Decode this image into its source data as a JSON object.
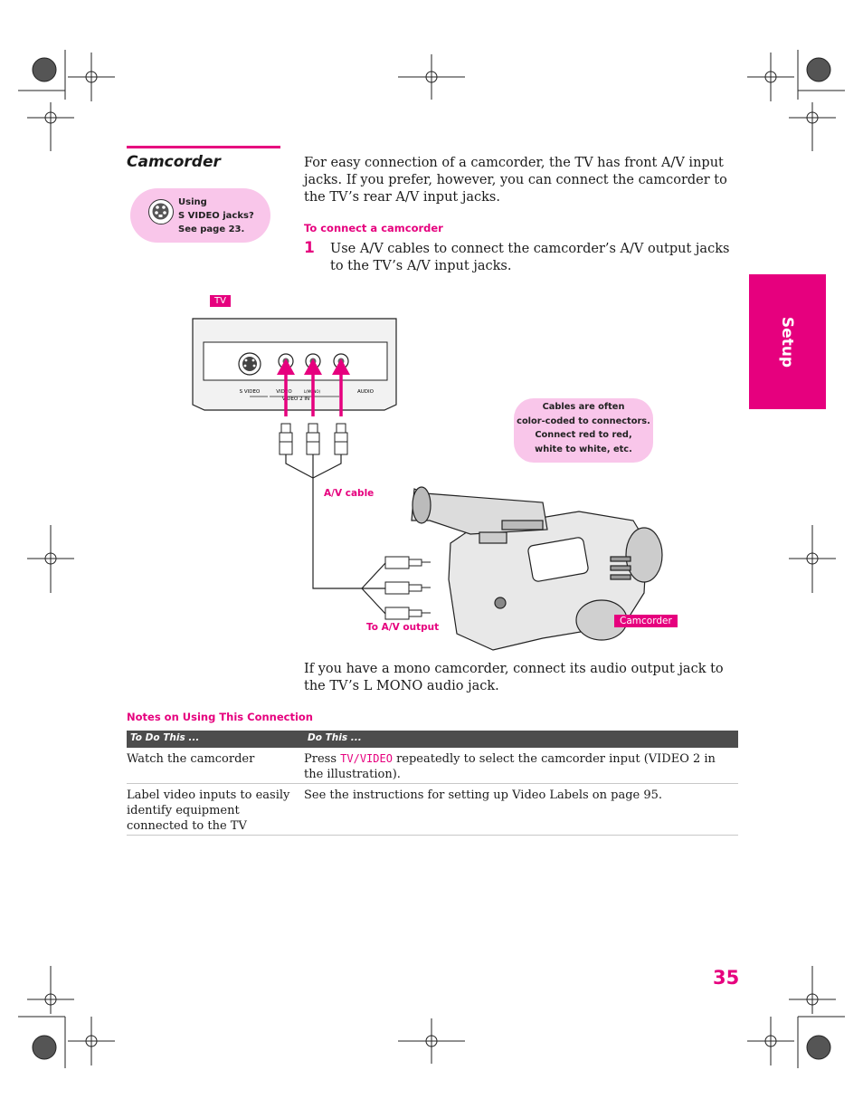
{
  "section": {
    "title": "Camcorder",
    "side_tab": "Setup",
    "page_number": "35"
  },
  "tip": {
    "text": "Using\nS VIDEO jacks?\nSee page 23.",
    "icon": "s-video-jack-icon"
  },
  "intro": "For easy connection of a camcorder, the TV has front A/V input jacks. If you prefer, however, you can connect the camcorder to the TV’s rear A/V input jacks.",
  "procedure": {
    "heading": "To connect a camcorder",
    "steps": [
      {
        "number": "1",
        "text": "Use A/V cables to connect the camcorder’s A/V output jacks to the TV’s A/V input jacks."
      }
    ]
  },
  "diagram": {
    "tv_label": "TV",
    "panel_labels": {
      "s_video": "S VIDEO",
      "video": "VIDEO",
      "mono": "L(MONO)",
      "audio": "AUDIO",
      "input": "VIDEO 2 IN"
    },
    "cables_note": "Cables are often\ncolor-coded to connectors.\nConnect red to red,\nwhite to white, etc.",
    "av_cable_label": "A/V cable",
    "av_output_label": "To A/V output",
    "camcorder_label": "Camcorder"
  },
  "mono_note": "If you have a mono camcorder, connect its audio output jack to the TV’s L MONO audio jack.",
  "notes": {
    "heading": "Notes on Using This Connection",
    "columns": [
      "To Do This ...",
      "Do This ..."
    ],
    "rows": [
      {
        "task": "Watch the camcorder",
        "action_pre": "Press ",
        "action_button": "TV/VIDEO",
        "action_post": " repeatedly to select the camcorder input (VIDEO 2 in the illustration)."
      },
      {
        "task": "Label video inputs to easily identify equipment connected to the TV",
        "action": "See the instructions for setting up Video Labels on page 95."
      }
    ]
  },
  "colors": {
    "accent": "#e6007e",
    "tip_fill": "#f9c6ea",
    "table_header": "#4d4d4d"
  }
}
